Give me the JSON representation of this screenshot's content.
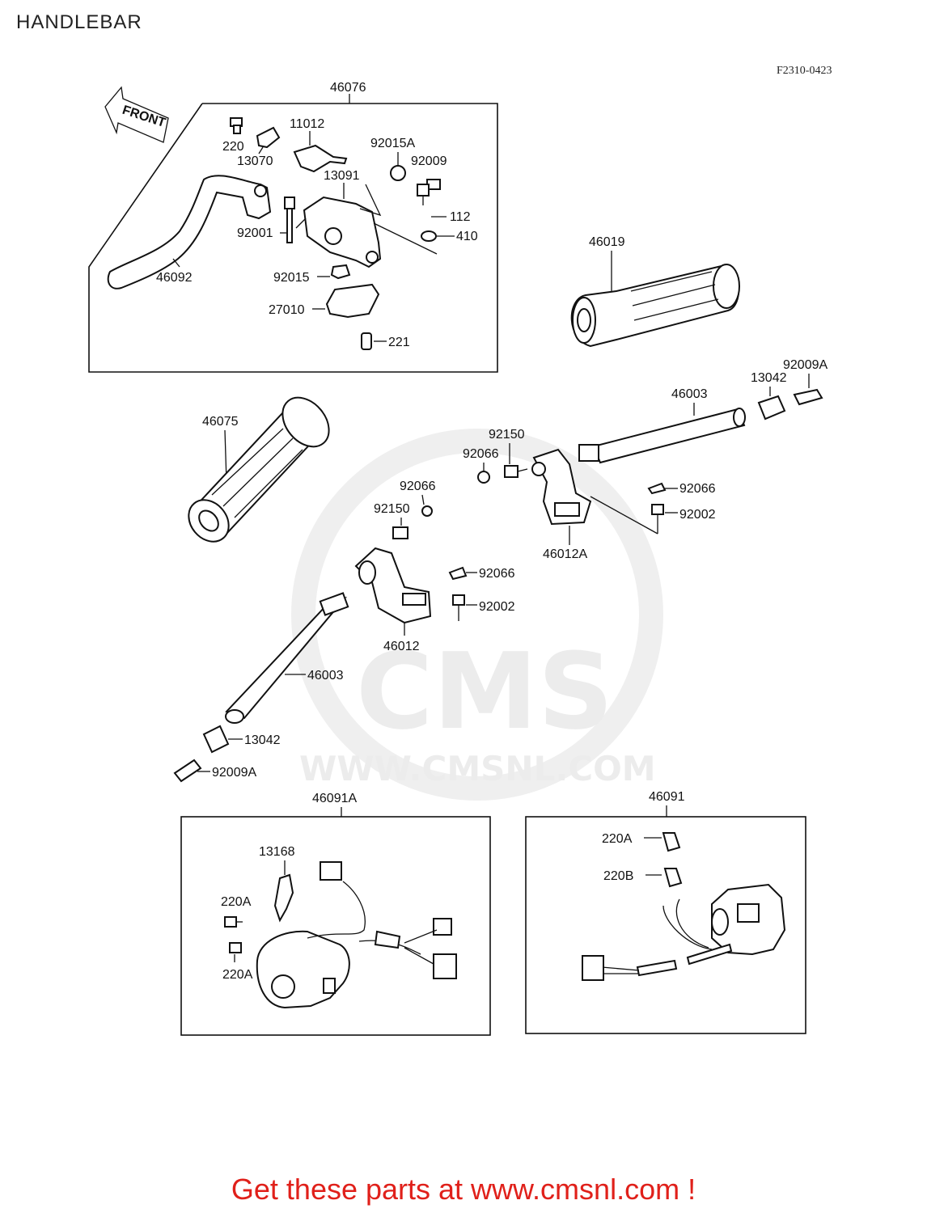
{
  "header": {
    "title": "HANDLEBAR",
    "figure_code": "F2310-0423"
  },
  "arrow": {
    "label": "FRONT"
  },
  "watermark": {
    "brand": "CMS",
    "url": "WWW.CMSNL.COM"
  },
  "parts": {
    "p46076": "46076",
    "p220": "220",
    "p13070": "13070",
    "p11012": "11012",
    "p92015A": "92015A",
    "p92009": "92009",
    "p13091": "13091",
    "p112": "112",
    "p410": "410",
    "p92001": "92001",
    "p46092": "46092",
    "p92015": "92015",
    "p27010": "27010",
    "p221": "221",
    "p46019": "46019",
    "p92009A_r": "92009A",
    "p13042_r": "13042",
    "p46003_r": "46003",
    "p46075": "46075",
    "p92150_r": "92150",
    "p92066_r1": "92066",
    "p92066_r2": "92066",
    "p92002_r": "92002",
    "p46012A": "46012A",
    "p92066_l1": "92066",
    "p92150_l": "92150",
    "p92066_l2": "92066",
    "p92002_l": "92002",
    "p46012": "46012",
    "p46003_l": "46003",
    "p13042_l": "13042",
    "p92009A_l": "92009A",
    "p46091A": "46091A",
    "p13168": "13168",
    "p220A_1": "220A",
    "p220A_2": "220A",
    "p46091": "46091",
    "p220A_3": "220A",
    "p220B": "220B"
  },
  "footer": {
    "promo": "Get these parts at www.cmsnl.com !"
  }
}
